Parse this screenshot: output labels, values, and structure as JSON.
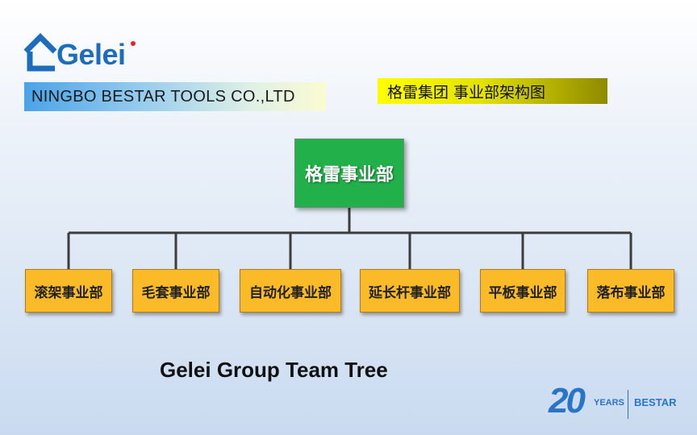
{
  "logo": {
    "text": "Gelei"
  },
  "company_banner": {
    "text": "NINGBO BESTAR TOOLS CO.,LTD"
  },
  "title_banner": {
    "text": "格雷集团  事业部架构图"
  },
  "org_chart": {
    "root": {
      "label": "格雷事业部"
    },
    "children": [
      {
        "label": "滚架事业部"
      },
      {
        "label": "毛套事业部"
      },
      {
        "label": "自动化事业部"
      },
      {
        "label": "延长杆事业部"
      },
      {
        "label": "平板事业部"
      },
      {
        "label": "落布事业部"
      }
    ]
  },
  "caption": {
    "text": "Gelei Group Team Tree"
  },
  "anniversary": {
    "number": "20",
    "years": "YEARS",
    "brand": "BESTAR"
  },
  "colors": {
    "root_fill": "#22b04a",
    "child_fill": "#fbbb28",
    "connector": "#3c3c3c",
    "brand_blue": "#1e6dbd"
  }
}
